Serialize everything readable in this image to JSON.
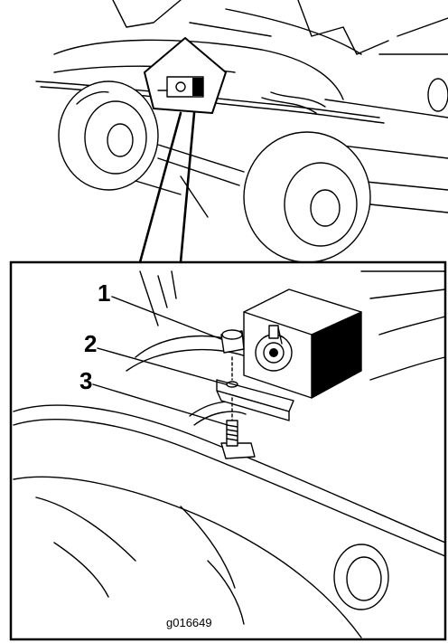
{
  "callouts": [
    {
      "number": "1",
      "label": "1"
    },
    {
      "number": "2",
      "label": "2"
    },
    {
      "number": "3",
      "label": "3"
    }
  ],
  "figure_id": "g016649"
}
